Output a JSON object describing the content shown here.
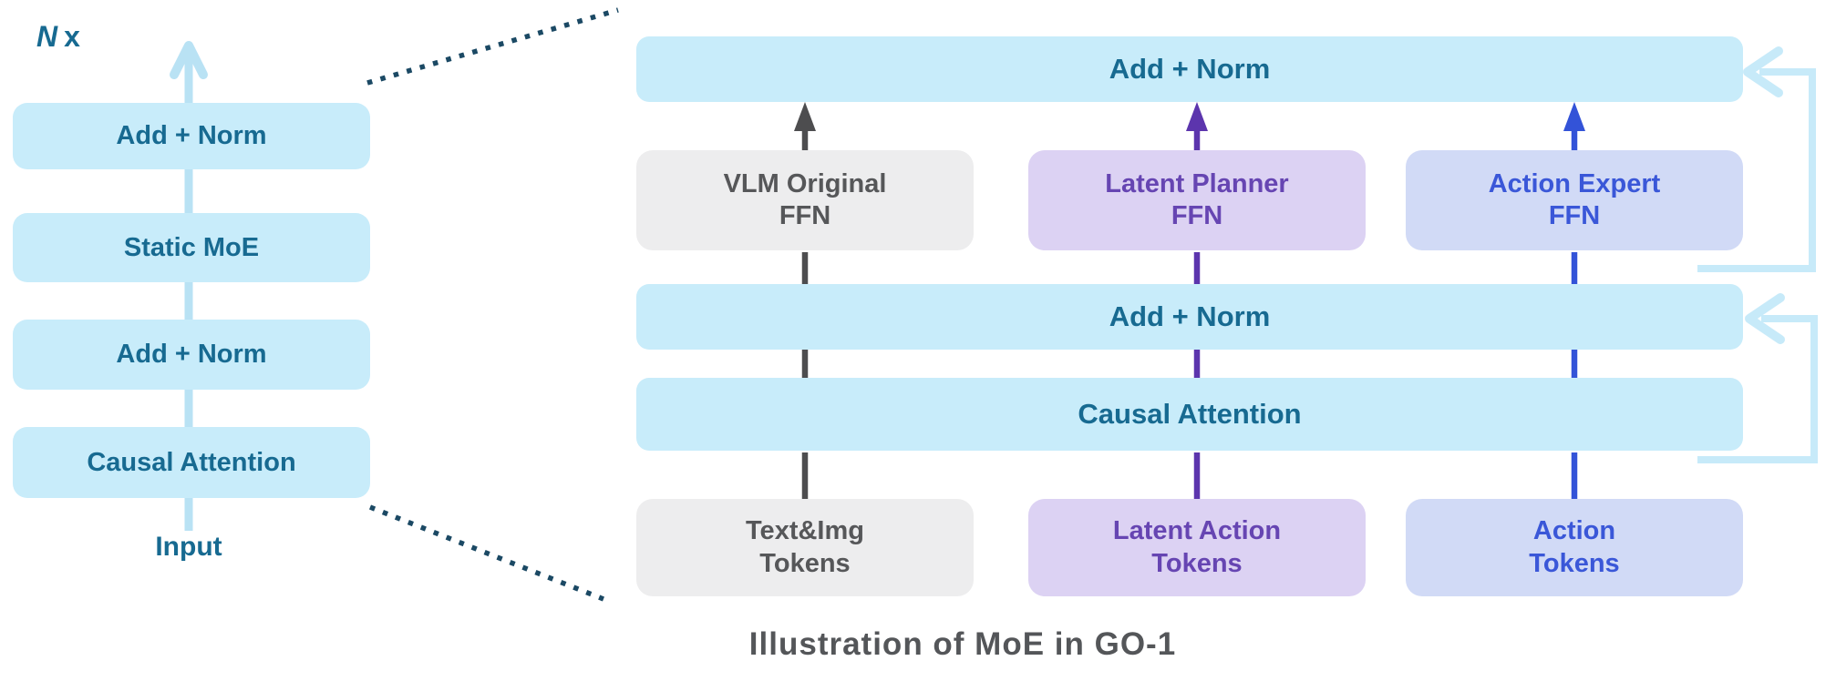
{
  "colors": {
    "light_blue_fill": "#C8ECFA",
    "teal_text": "#176A91",
    "light_blue_line": "#B9E2F4",
    "residual_line": "#C7EAF9",
    "gray_fill": "#EDEDEE",
    "gray_text": "#565759",
    "gray_line": "#4D4D4F",
    "purple_fill": "#DCD2F3",
    "purple_text": "#6645B2",
    "purple_line": "#5C35AD",
    "blue_fill": "#D1DAF6",
    "blue_text": "#3A57D8",
    "blue_line": "#3353D8",
    "dotted_line": "#1B4964",
    "caption_text": "#545659"
  },
  "left_panel": {
    "repeat_n": "N",
    "repeat_x": "x",
    "blocks": [
      {
        "label": "Add + Norm"
      },
      {
        "label": "Static MoE"
      },
      {
        "label": "Add + Norm"
      },
      {
        "label": "Causal Attention"
      }
    ],
    "input_label": "Input"
  },
  "right_panel": {
    "top_bar_label": "Add + Norm",
    "mid_bar_label": "Add + Norm",
    "attention_bar_label": "Causal Attention",
    "experts": [
      {
        "line1": "VLM Original",
        "line2": "FFN"
      },
      {
        "line1": "Latent Planner",
        "line2": "FFN"
      },
      {
        "line1": "Action Expert",
        "line2": "FFN"
      }
    ],
    "tokens": [
      {
        "line1": "Text&Img",
        "line2": "Tokens"
      },
      {
        "line1": "Latent Action",
        "line2": "Tokens"
      },
      {
        "line1": "Action",
        "line2": "Tokens"
      }
    ]
  },
  "caption": "Illustration of MoE in GO-1"
}
